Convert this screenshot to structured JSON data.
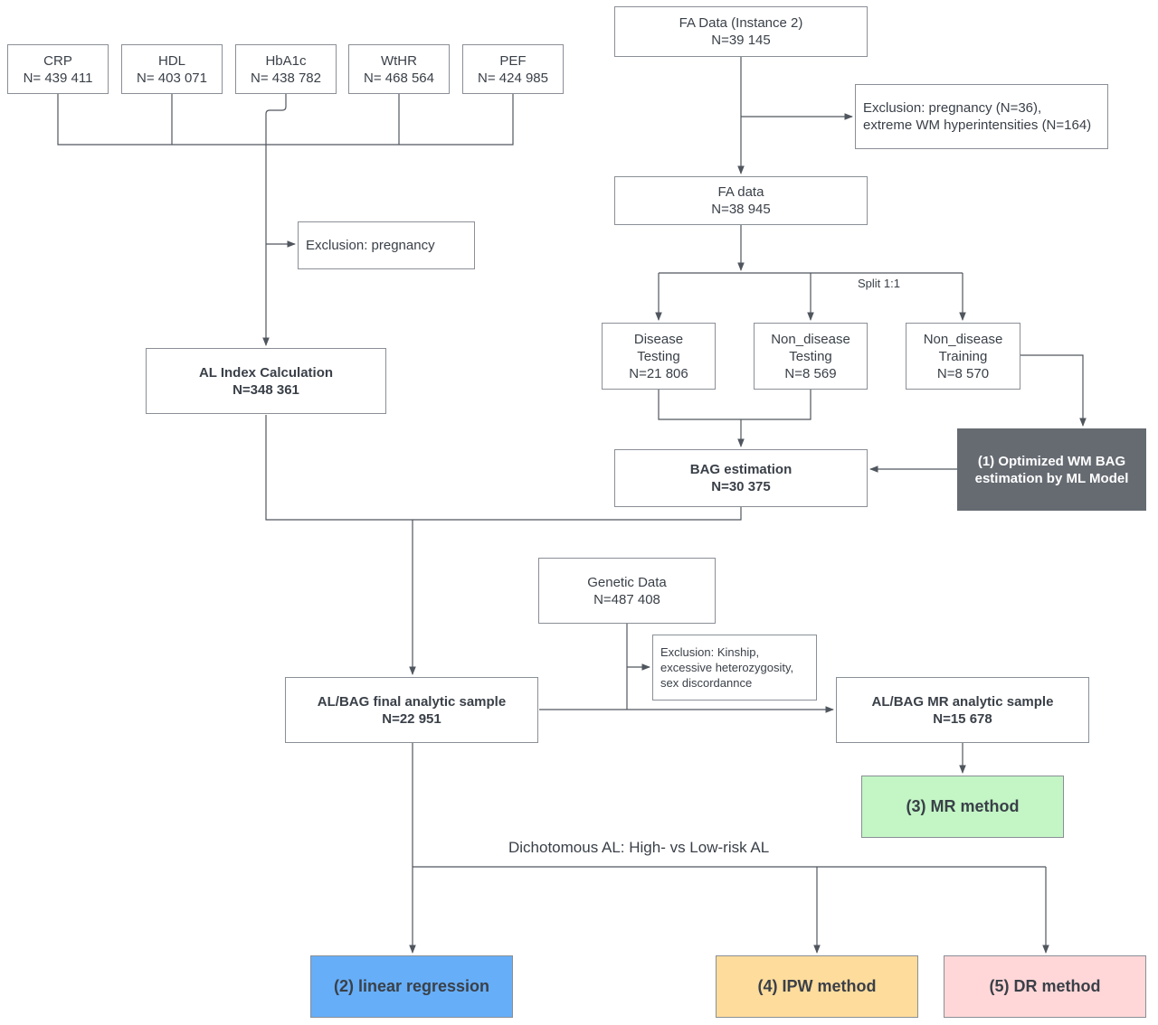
{
  "colors": {
    "ml_model": "#666b72",
    "linear_regression": "#66aef8",
    "mr_method": "#c3f5c5",
    "ipw_method": "#fedc9c",
    "dr_method": "#ffd7d8",
    "line": "#50565e"
  },
  "biomarkers": [
    {
      "name": "CRP",
      "n": "N= 439 411"
    },
    {
      "name": "HDL",
      "n": "N= 403 071"
    },
    {
      "name": "HbA1c",
      "n": "N= 438 782"
    },
    {
      "name": "WtHR",
      "n": "N= 468 564"
    },
    {
      "name": "PEF",
      "n": "N= 424 985"
    }
  ],
  "exclusion_pregnancy": "Exclusion:  pregnancy",
  "al_index": {
    "title": "AL Index Calculation",
    "n": "N=348 361"
  },
  "fa_instance": {
    "title": "FA Data (Instance 2)",
    "n": "N=39 145"
  },
  "exclusion_fa": {
    "line1": "Exclusion: pregnancy (N=36),",
    "line2": "extreme WM hyperintensities (N=164)"
  },
  "fa_data": {
    "title": "FA data",
    "n": "N=38 945"
  },
  "split_label": "Split 1:1",
  "disease_testing": {
    "line1": "Disease",
    "line2": "Testing",
    "n": "N=21 806"
  },
  "nondisease_testing": {
    "line1": "Non_disease",
    "line2": "Testing",
    "n": "N=8 569"
  },
  "nondisease_training": {
    "line1": "Non_disease",
    "line2": "Training",
    "n": "N=8 570"
  },
  "bag_estimation": {
    "title": "BAG estimation",
    "n": "N=30 375"
  },
  "ml_model": {
    "line1": "(1) Optimized WM BAG",
    "line2": "estimation by ML Model"
  },
  "genetic": {
    "title": "Genetic Data",
    "n": "N=487 408"
  },
  "exclusion_genetic": {
    "line1": "Exclusion: Kinship,",
    "line2": "excessive heterozygosity,",
    "line3": "sex discordannce"
  },
  "al_bag_final": {
    "title": "AL/BAG final analytic sample",
    "n": "N=22 951"
  },
  "al_bag_mr": {
    "title": "AL/BAG MR analytic sample",
    "n": "N=15 678"
  },
  "mr_method": "(3) MR method",
  "dichotomous_label": "Dichotomous AL: High- vs Low-risk AL",
  "linear_regression": "(2) linear regression",
  "ipw_method": "(4) IPW method",
  "dr_method": "(5) DR method"
}
